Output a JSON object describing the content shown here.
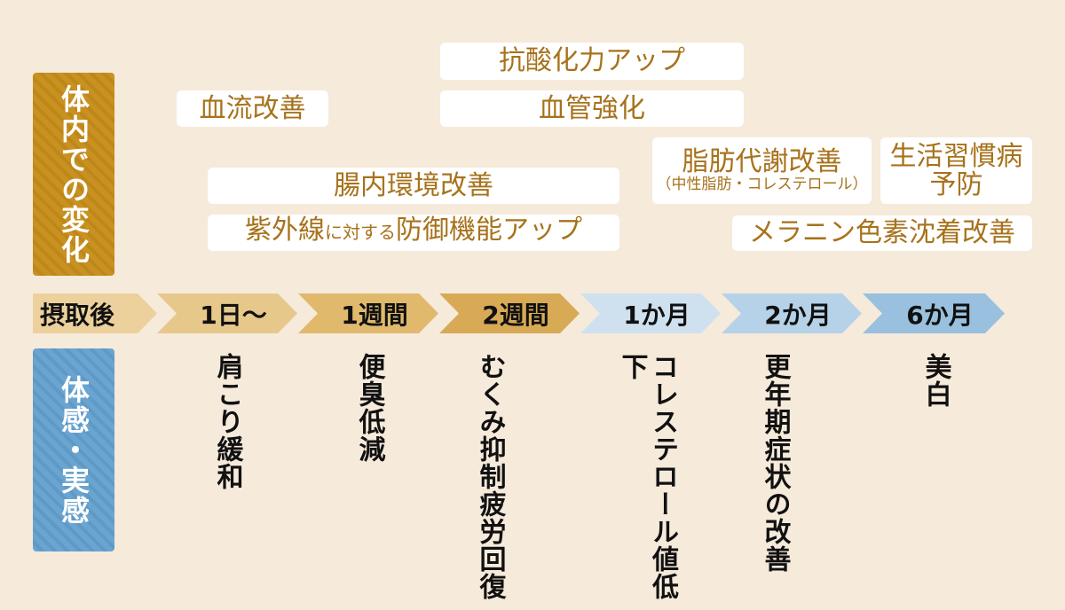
{
  "labels": {
    "internal_changes": "体内での変化",
    "felt_effects": "体感・実感"
  },
  "colors": {
    "background": "#f6eadb",
    "internal_label_bg": "#c9911f",
    "felt_label_bg": "#6aa5d2",
    "box_text": "#a7721b",
    "timeline_gold_light": "#ecd19c",
    "timeline_gold_mid": "#e3be77",
    "timeline_gold_dark": "#d8aa55",
    "timeline_blue_light": "#cfe1ef",
    "timeline_blue_mid": "#b6d2e8",
    "timeline_blue_dark": "#99c0de"
  },
  "internal_effects": [
    {
      "id": "antioxidant",
      "label": "抗酸化力アップ"
    },
    {
      "id": "blood_flow",
      "label": "血流改善"
    },
    {
      "id": "vessel",
      "label": "血管強化"
    },
    {
      "id": "gut",
      "label": "腸内環境改善"
    },
    {
      "id": "uv",
      "label_large1": "紫外線",
      "label_small": "に対する",
      "label_large2": "防御機能アップ"
    },
    {
      "id": "lipid",
      "label": "脂肪代謝改善",
      "sub": "（中性脂肪・コレステロール）"
    },
    {
      "id": "lifestyle",
      "line1": "生活習慣病",
      "line2": "予防"
    },
    {
      "id": "melanin",
      "label": "メラニン色素沈着改善"
    }
  ],
  "timeline": [
    {
      "label": "摂取後"
    },
    {
      "label": "1日〜"
    },
    {
      "label": "1週間"
    },
    {
      "label": "2週間"
    },
    {
      "label": "1か月"
    },
    {
      "label": "2か月"
    },
    {
      "label": "6か月"
    }
  ],
  "felt_effects": [
    {
      "col": "1日〜",
      "lines": [
        "肩こり緩和"
      ]
    },
    {
      "col": "1週間",
      "lines": [
        "便臭低減"
      ]
    },
    {
      "col": "2週間",
      "lines": [
        "むくみ抑制",
        "疲労回復"
      ]
    },
    {
      "col": "1か月",
      "lines": [
        "コレステロール値",
        "低下"
      ]
    },
    {
      "col": "2か月",
      "lines": [
        "更年期症状の",
        "改善"
      ]
    },
    {
      "col": "6か月",
      "lines": [
        "美白"
      ]
    }
  ]
}
